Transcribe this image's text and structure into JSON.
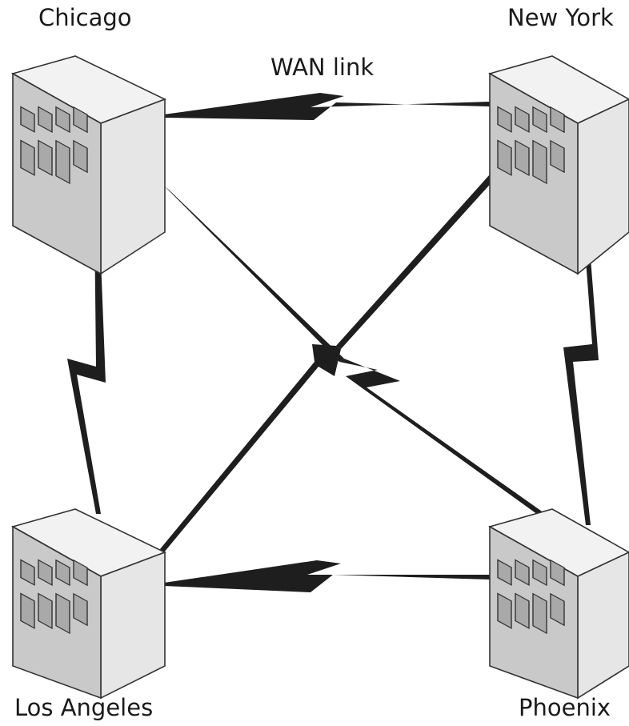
{
  "diagram": {
    "link_label": "WAN link",
    "sites": [
      {
        "id": "chicago",
        "label": "Chicago"
      },
      {
        "id": "new-york",
        "label": "New York"
      },
      {
        "id": "los-angeles",
        "label": "Los Angeles"
      },
      {
        "id": "phoenix",
        "label": "Phoenix"
      }
    ],
    "links": [
      {
        "from": "Chicago",
        "to": "New York"
      },
      {
        "from": "Chicago",
        "to": "Los Angeles"
      },
      {
        "from": "New York",
        "to": "Phoenix"
      },
      {
        "from": "Los Angeles",
        "to": "Phoenix"
      },
      {
        "from": "Chicago",
        "to": "Phoenix"
      },
      {
        "from": "New York",
        "to": "Los Angeles"
      }
    ]
  }
}
